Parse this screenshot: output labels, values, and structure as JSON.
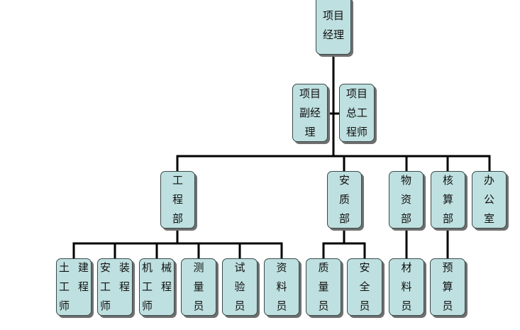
{
  "colors": {
    "box_fill": "#bfe0e0",
    "line": "#000000"
  },
  "org_chart": {
    "root": {
      "lines": [
        "项目",
        "经理"
      ]
    },
    "deputies": [
      {
        "lines": [
          "项目",
          "副经",
          "理"
        ]
      },
      {
        "lines": [
          "项目",
          "总工",
          "程师"
        ]
      }
    ],
    "departments": [
      {
        "lines": [
          "工",
          "程",
          "部"
        ]
      },
      {
        "lines": [
          "安",
          "质",
          "部"
        ]
      },
      {
        "lines": [
          "物",
          "资",
          "部"
        ]
      },
      {
        "lines": [
          "核",
          "算",
          "部"
        ]
      },
      {
        "lines": [
          "办",
          "公",
          "室"
        ]
      }
    ],
    "staff": [
      {
        "lines": [
          "土建",
          "工程",
          "师"
        ]
      },
      {
        "lines": [
          "安装",
          "工程",
          "师"
        ]
      },
      {
        "lines": [
          "机械",
          "工程",
          "师"
        ]
      },
      {
        "lines": [
          "测",
          "量",
          "员"
        ]
      },
      {
        "lines": [
          "试",
          "验",
          "员"
        ]
      },
      {
        "lines": [
          "资",
          "料",
          "员"
        ]
      },
      {
        "lines": [
          "质",
          "量",
          "员"
        ]
      },
      {
        "lines": [
          "安",
          "全",
          "员"
        ]
      },
      {
        "lines": [
          "材",
          "料",
          "员"
        ]
      },
      {
        "lines": [
          "预",
          "算",
          "员"
        ]
      }
    ]
  }
}
